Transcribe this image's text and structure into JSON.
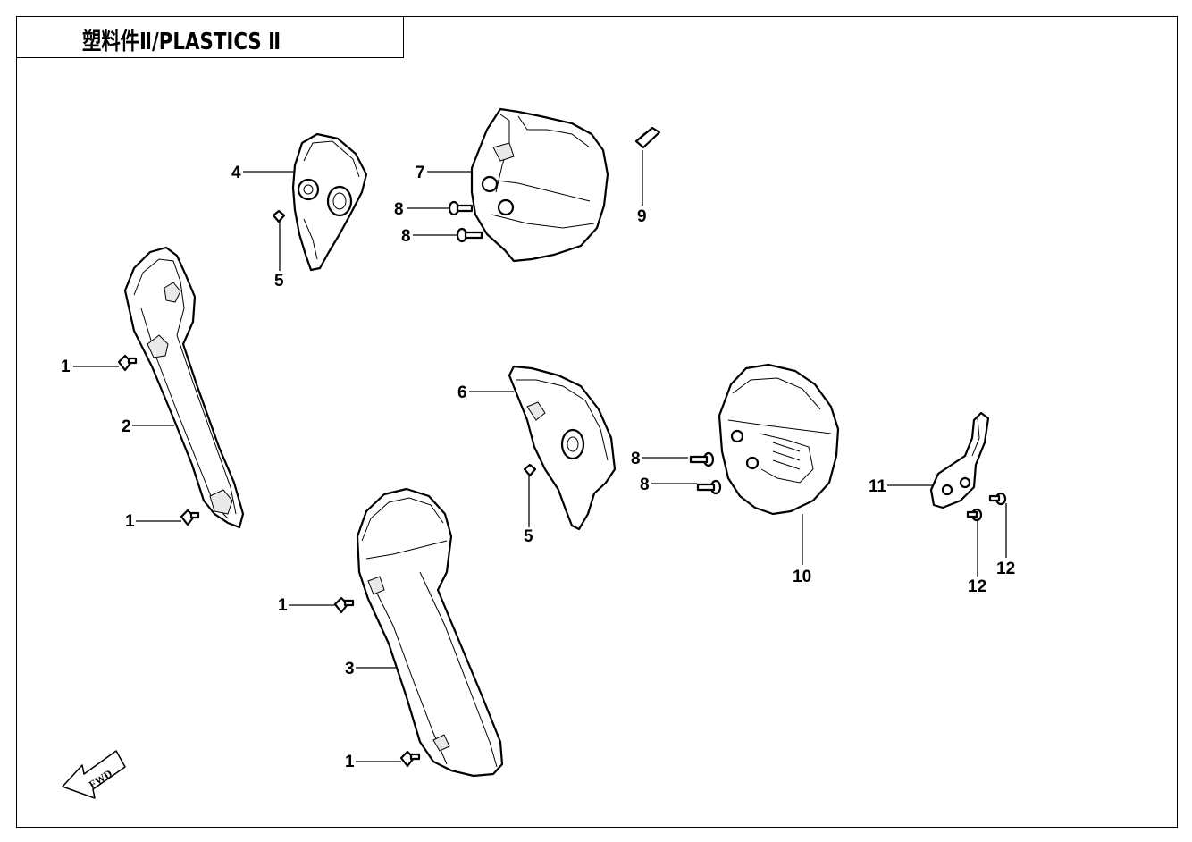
{
  "title": "塑料件Ⅱ/PLASTICS Ⅱ",
  "fwd_label": "FWD",
  "callouts": {
    "c1a": "1",
    "c1b": "1",
    "c1c": "1",
    "c1d": "1",
    "c2": "2",
    "c3": "3",
    "c4": "4",
    "c5a": "5",
    "c5b": "5",
    "c6": "6",
    "c7": "7",
    "c8a": "8",
    "c8b": "8",
    "c8c": "8",
    "c8d": "8",
    "c9": "9",
    "c10": "10",
    "c11": "11",
    "c12a": "12",
    "c12b": "12"
  }
}
